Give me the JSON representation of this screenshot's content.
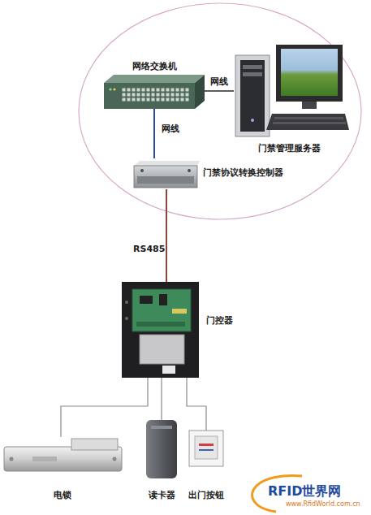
{
  "diagram": {
    "nodes": [
      {
        "text": [
          "网络交换机"
        ]
      },
      {
        "text": [
          "门禁管理服务器"
        ]
      },
      {
        "text": [
          "门禁协议转换控制器"
        ]
      },
      {
        "text": [
          "门控器"
        ]
      },
      {
        "text": [
          "电锁"
        ]
      },
      {
        "text": [
          "读卡器"
        ]
      },
      {
        "text": [
          "出门按钮"
        ]
      }
    ],
    "edges": [
      {
        "from": 0,
        "to": 1,
        "arrow": "none",
        "label": "网线"
      },
      {
        "from": 0,
        "to": 2,
        "arrow": "none",
        "label": "网线"
      },
      {
        "from": 2,
        "to": 3,
        "arrow": "none",
        "label": "RS485"
      },
      {
        "from": 3,
        "to": 4,
        "arrow": "none"
      },
      {
        "from": 3,
        "to": 5,
        "arrow": "none"
      },
      {
        "from": 3,
        "to": 6,
        "arrow": "none"
      }
    ],
    "labels": [
      "RFID世界网",
      "www.RfidWorld.com.cn"
    ]
  }
}
